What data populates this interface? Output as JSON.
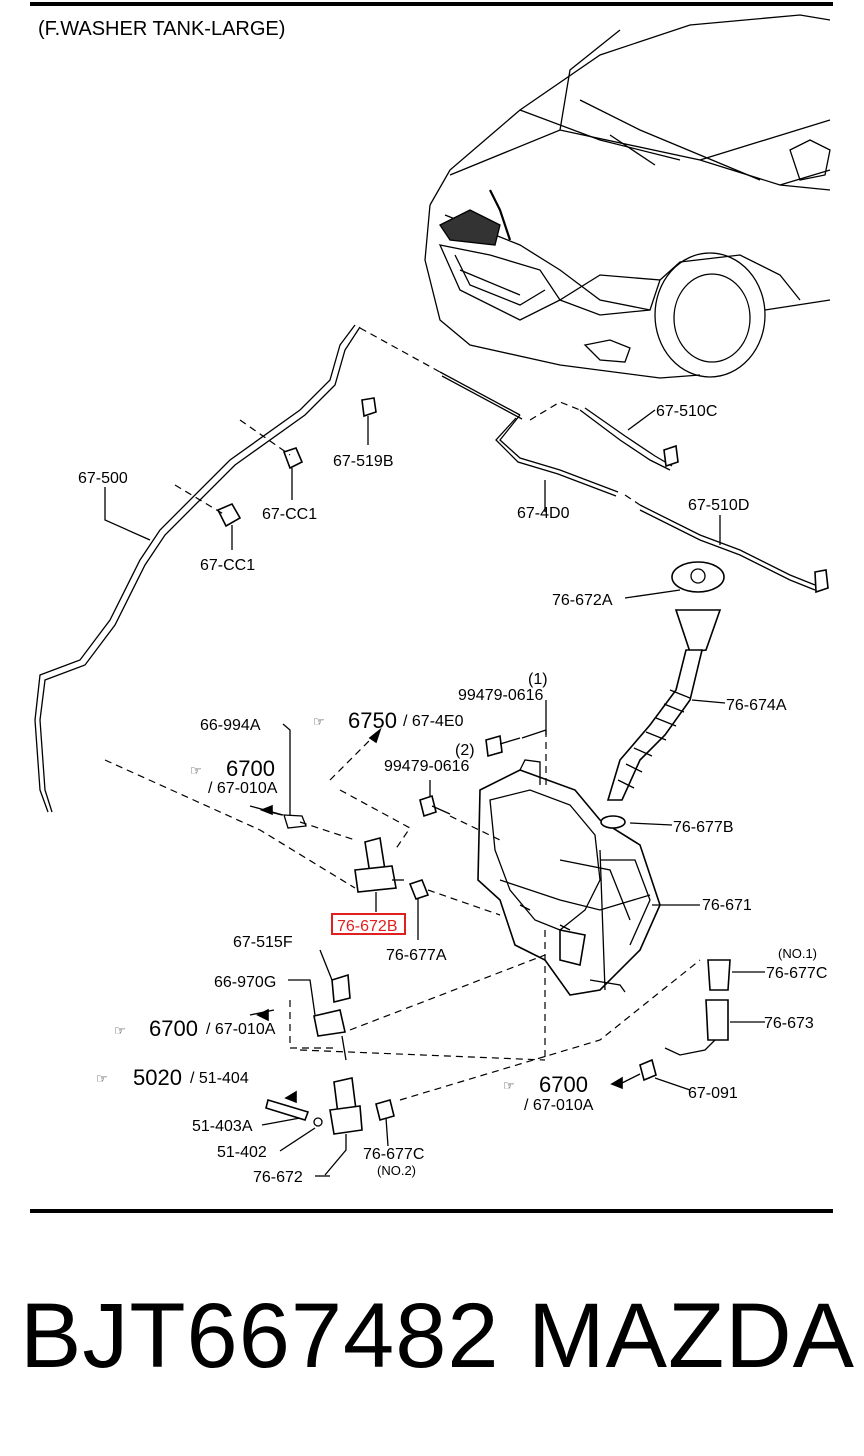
{
  "title": "(F.WASHER TANK-LARGE)",
  "labels": {
    "p67_500": "67-500",
    "p67_519b": "67-519B",
    "p67_cc1_a": "67-CC1",
    "p67_cc1_b": "67-CC1",
    "p67_510c": "67-510C",
    "p67_4d0": "67-4D0",
    "p67_510d": "67-510D",
    "p76_672a": "76-672A",
    "p76_674a": "76-674A",
    "p66_994a": "66-994A",
    "ref6750": "6750",
    "ref6750_sub": "/ 67-4E0",
    "ref6700_a": "6700",
    "ref6700_a_sub": "/ 67-010A",
    "bolt1_qty": "(1)",
    "bolt1": "99479-0616",
    "bolt2_qty": "(2)",
    "bolt2": "99479-0616",
    "p76_677b": "76-677B",
    "p76_671": "76-671",
    "p76_672b": "76-672B",
    "p76_677a": "76-677A",
    "p67_515f": "67-515F",
    "p66_970g": "66-970G",
    "ref6700_b": "6700",
    "ref6700_b_sub": "/ 67-010A",
    "no1": "(NO.1)",
    "p76_677c_top": "76-677C",
    "p76_673": "76-673",
    "ref5020": "5020",
    "ref5020_sub": "/ 51-404",
    "ref6700_c": "6700",
    "ref6700_c_sub": "/ 67-010A",
    "p67_091": "67-091",
    "p51_403a": "51-403A",
    "p51_402": "51-402",
    "p76_677c_bot": "76-677C",
    "no2": "(NO.2)",
    "p76_672": "76-672"
  },
  "caption": {
    "part_number": "BJT667482",
    "brand": "MAZDA"
  },
  "highlight_color": "#e02020"
}
